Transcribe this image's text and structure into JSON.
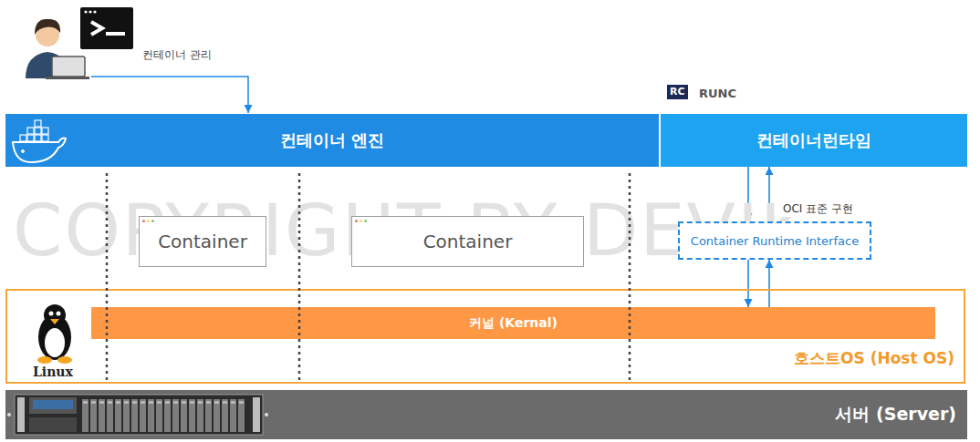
{
  "diagram": {
    "nodes": [
      {
        "text": [
          "컨테이너 엔진"
        ]
      },
      {
        "text": [
          "컨테이너런타임"
        ]
      },
      {
        "text": [
          "Container"
        ]
      },
      {
        "text": [
          "Container"
        ]
      },
      {
        "text": [
          "Container Runtime Interface"
        ]
      },
      {
        "text": [
          "호스트OS (Host OS)"
        ]
      },
      {
        "text": [
          "커널 (Kernal)"
        ],
        "in": 5
      },
      {
        "text": [
          "서버 (Server)"
        ]
      }
    ],
    "edges": [
      {
        "from": 1,
        "to": 4,
        "arrow": "to"
      },
      {
        "from": 4,
        "to": 1,
        "arrow": "to",
        "label": "OCI 표준 구현"
      },
      {
        "from": 4,
        "to": 6,
        "arrow": "to"
      },
      {
        "from": 6,
        "to": 4,
        "arrow": "to"
      }
    ],
    "labels": [
      "컨테이너 관리",
      "RUNC",
      "RC",
      "Linux",
      "COPYRIGHT BY DEVIK"
    ]
  }
}
